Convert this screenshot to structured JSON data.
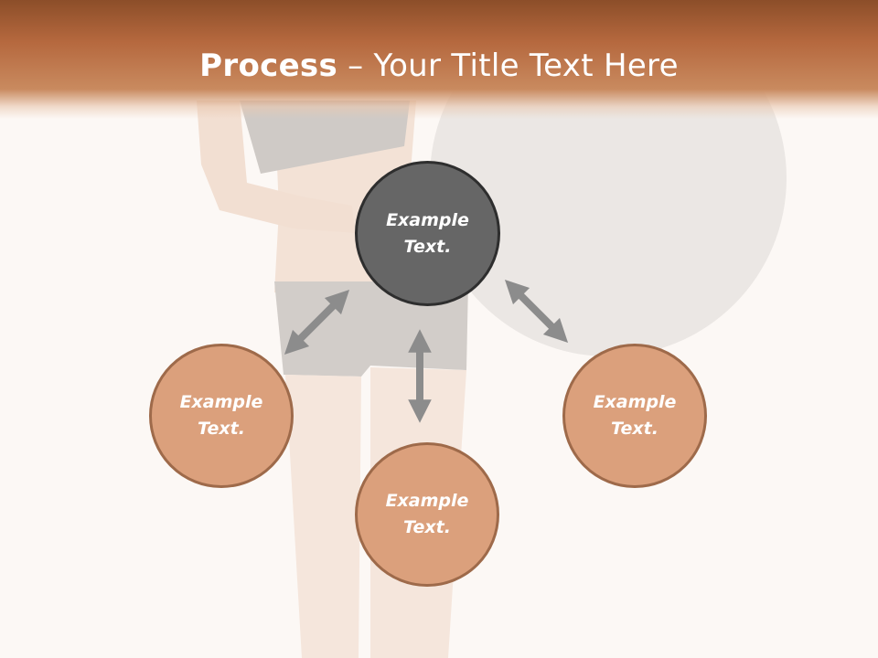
{
  "slide": {
    "title_bold": "Process",
    "title_rest": " – Your Title Text Here"
  },
  "nodes": {
    "center": {
      "text": "Example\nText."
    },
    "left": {
      "text": "Example\nText."
    },
    "bottom": {
      "text": "Example\nText."
    },
    "right": {
      "text": "Example\nText."
    }
  },
  "colors": {
    "title_bar": "#b5683e",
    "center_node": "#666666",
    "outer_node": "#dba07c",
    "outer_node_border": "#9e6a4a",
    "arrow": "#8c8c8c"
  },
  "icons": {
    "connector": "double-headed-arrow"
  }
}
